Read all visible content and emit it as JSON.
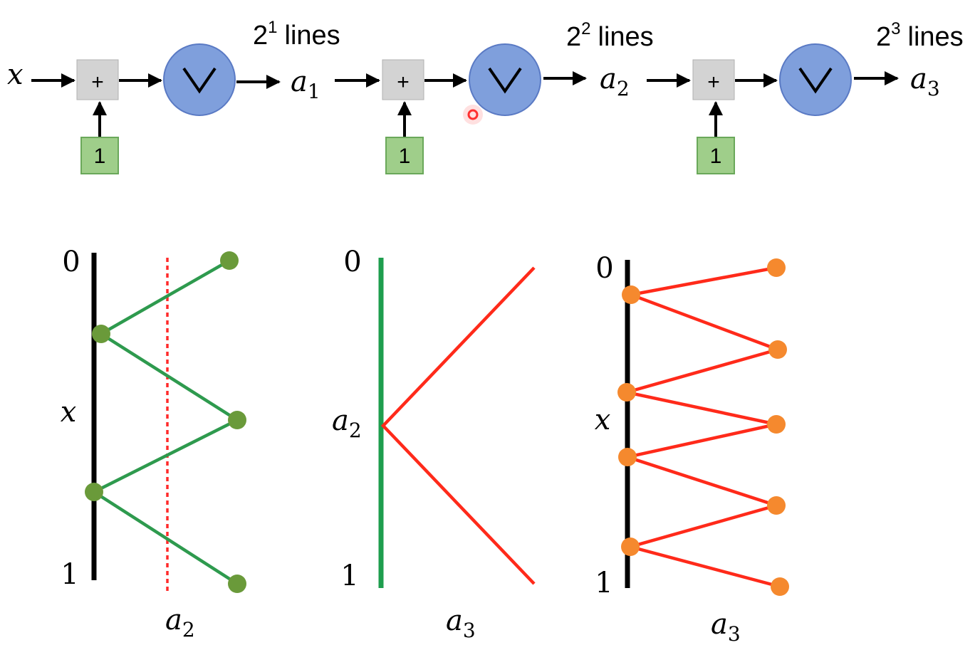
{
  "pipeline": {
    "input_var": "x",
    "adder_symbol": "+",
    "bias_value": "1",
    "activation_symbol": "∨",
    "stages": [
      {
        "lines_base": "2",
        "lines_exp": "1",
        "lines_word": "lines",
        "out_base": "a",
        "out_sub": "1"
      },
      {
        "lines_base": "2",
        "lines_exp": "2",
        "lines_word": "lines",
        "out_base": "a",
        "out_sub": "2"
      },
      {
        "lines_base": "2",
        "lines_exp": "3",
        "lines_word": "lines",
        "out_base": "a",
        "out_sub": "3"
      }
    ]
  },
  "plots": [
    {
      "top": "0",
      "bottom": "1",
      "left_label": "x",
      "bottom_base": "a",
      "bottom_sub": "2",
      "axis_color": "#000000",
      "line_color": "#2e9a4e",
      "dot_color": "#6a9a3a",
      "guide_color": "#ff2a2a"
    },
    {
      "top": "0",
      "bottom": "1",
      "left_base": "a",
      "left_sub": "2",
      "bottom_base": "a",
      "bottom_sub": "3",
      "axis_color": "#1e9e4e",
      "line_color": "#ff2a1a"
    },
    {
      "top": "0",
      "bottom": "1",
      "left_label": "x",
      "bottom_base": "a",
      "bottom_sub": "3",
      "axis_color": "#000000",
      "line_color": "#ff2a1a",
      "dot_color": "#f5892e"
    }
  ],
  "colors": {
    "adder_fill": "#d3d3d3",
    "bias_fill": "#9fce8a",
    "bias_stroke": "#6aa85a",
    "activation_fill": "#7f9fdc",
    "activation_stroke": "#5a7ac4",
    "pointer": "#ff3030"
  }
}
